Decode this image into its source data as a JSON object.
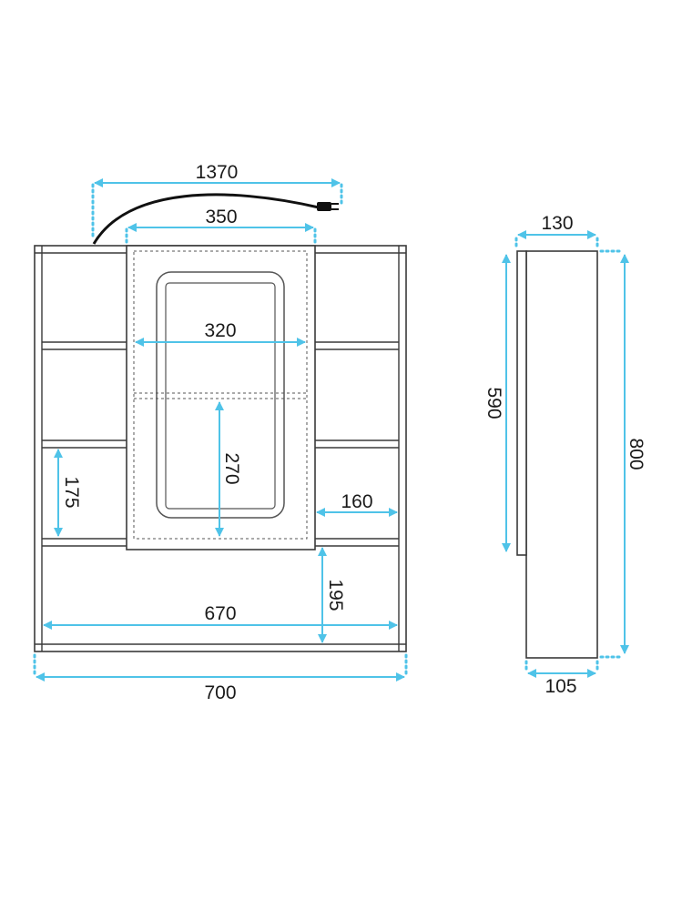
{
  "dimensions": {
    "cable_length": "1370",
    "mirror_width_outer": "350",
    "mirror_width_inner": "320",
    "mirror_height": "270",
    "shelf_height": "175",
    "side_shelf_width": "160",
    "bottom_shelf_height": "195",
    "inner_width": "670",
    "total_width": "700",
    "top_depth": "130",
    "door_height": "590",
    "total_height": "800",
    "bottom_depth": "105"
  },
  "colors": {
    "dimension": "#4fc3e8",
    "outline": "#3a3a3a",
    "cable": "#111111"
  },
  "icons": {
    "plug": "power-plug-icon"
  }
}
